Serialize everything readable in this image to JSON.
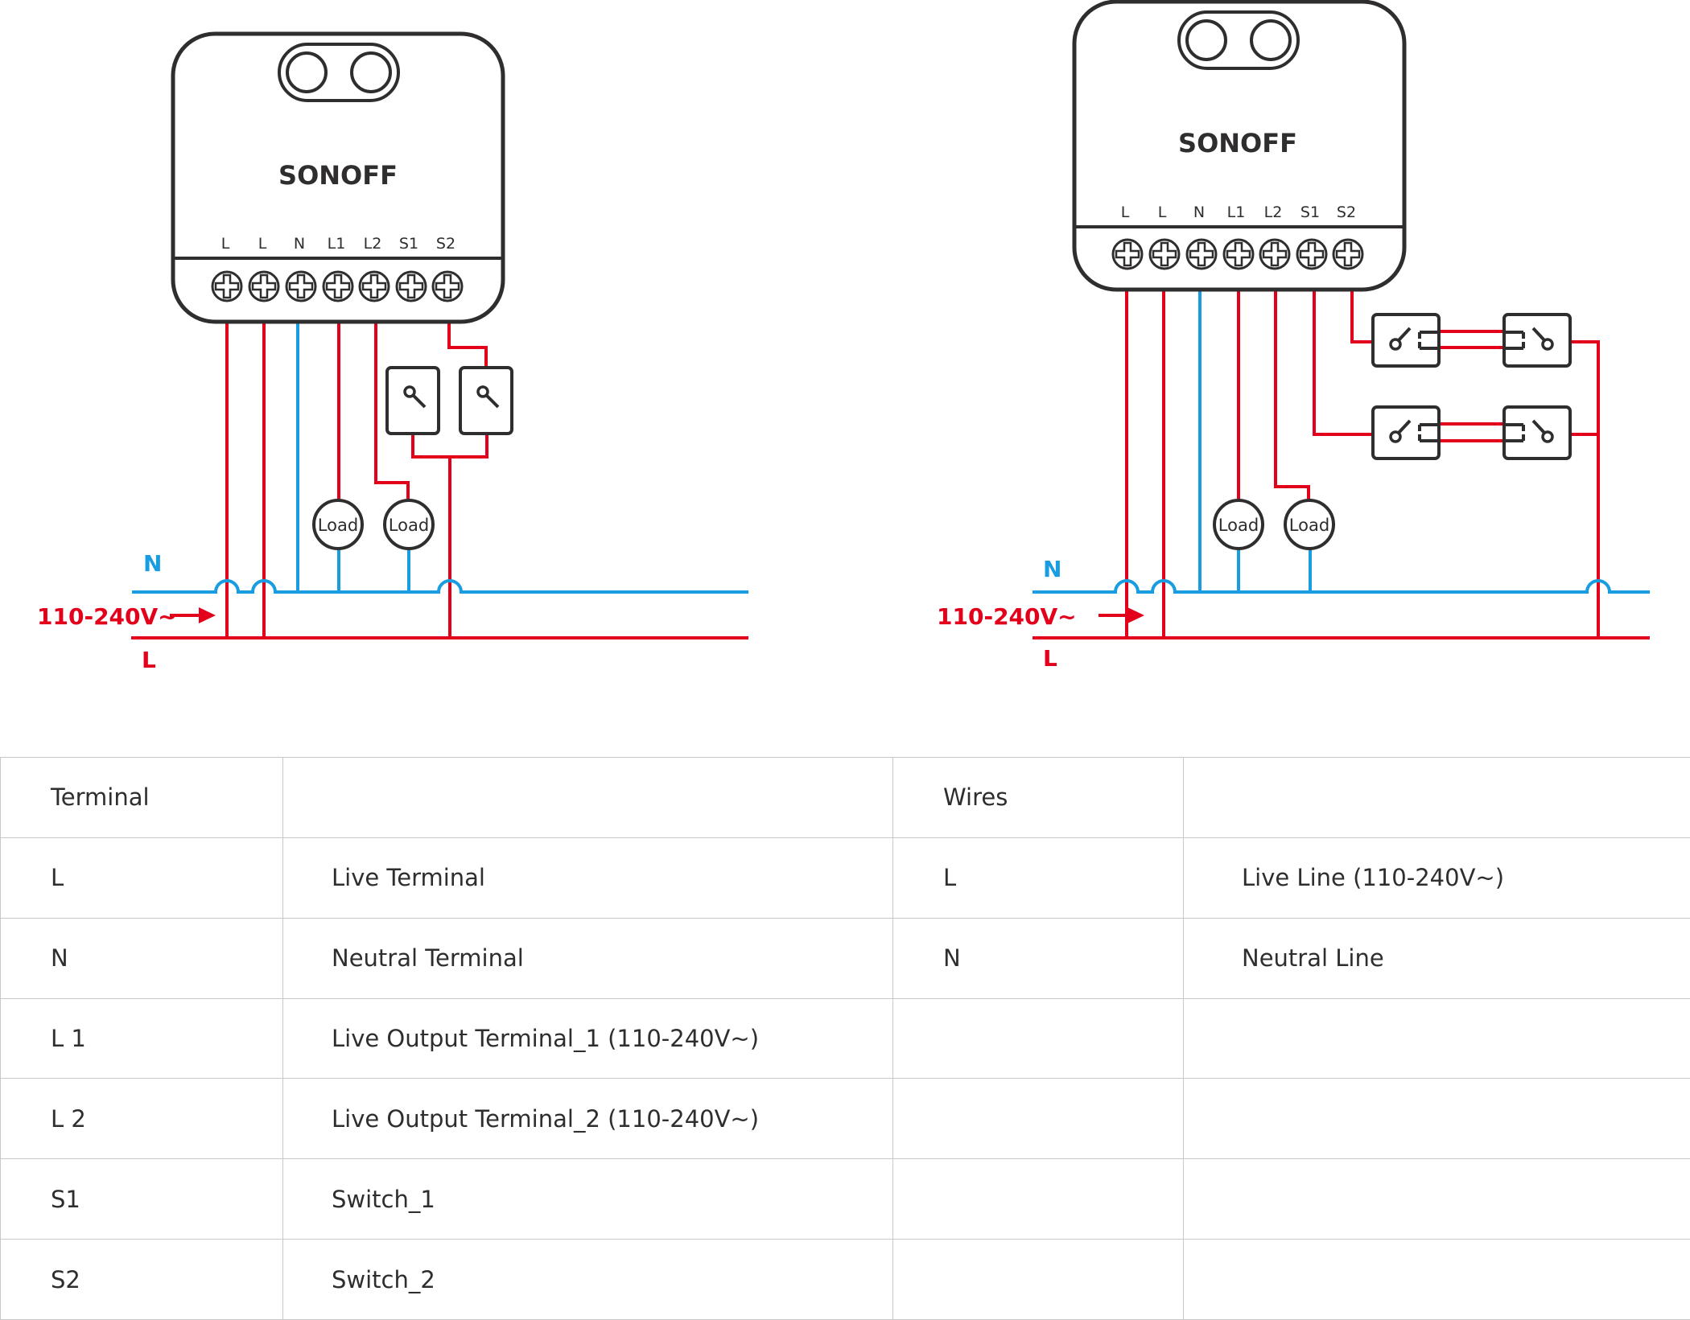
{
  "colors": {
    "live": "#e3001b",
    "neutral": "#1a9ce0",
    "device": "#2f2d2e",
    "grid": "#c8c8c8"
  },
  "diagram_left": {
    "brand": "Sonoff",
    "terminals": [
      "L",
      "L",
      "N",
      "L1",
      "L2",
      "S1",
      "S2"
    ],
    "loads": [
      "Load",
      "Load"
    ],
    "neutral_label": "N",
    "live_label": "L",
    "voltage_label": "110-240V~"
  },
  "diagram_right": {
    "brand": "Sonoff",
    "terminals": [
      "L",
      "L",
      "N",
      "L1",
      "L2",
      "S1",
      "S2"
    ],
    "loads": [
      "Load",
      "Load"
    ],
    "neutral_label": "N",
    "live_label": "L",
    "voltage_label": "110-240V~"
  },
  "table": {
    "header": [
      "Terminal",
      "",
      "Wires",
      ""
    ],
    "rows": [
      [
        "L",
        "Live Terminal",
        "L",
        "Live Line (110-240V~)"
      ],
      [
        "N",
        "Neutral Terminal",
        "N",
        "Neutral Line"
      ],
      [
        "L 1",
        "Live Output Terminal_1 (110-240V~)",
        "",
        ""
      ],
      [
        "L 2",
        "Live Output Terminal_2 (110-240V~)",
        "",
        ""
      ],
      [
        "S1",
        "Switch_1",
        "",
        ""
      ],
      [
        "S2",
        "Switch_2",
        "",
        ""
      ]
    ]
  }
}
